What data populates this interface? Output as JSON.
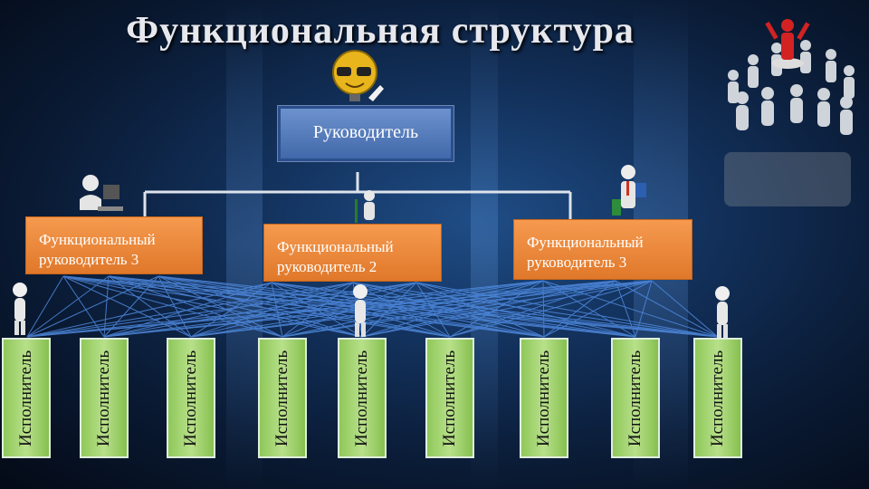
{
  "title": "Функциональная структура",
  "boss": {
    "label": "Руководитель"
  },
  "managers": [
    {
      "label": "Функциональный руководитель 3"
    },
    {
      "label": "Функциональный руководитель 2"
    },
    {
      "label": "Функциональный руководитель 3"
    }
  ],
  "workers": [
    {
      "label": "Исполнитель"
    },
    {
      "label": "Исполнитель"
    },
    {
      "label": "Исполнитель"
    },
    {
      "label": "Исполнитель"
    },
    {
      "label": "Исполнитель"
    },
    {
      "label": "Исполнитель"
    },
    {
      "label": "Исполнитель"
    },
    {
      "label": "Исполнитель"
    },
    {
      "label": "Исполнитель"
    }
  ],
  "icons": {
    "boss_figure": "smiley-with-glasses-icon",
    "manager_figures": [
      "computer-operator-icon",
      "person-with-flag-icon",
      "businessman-icon"
    ],
    "worker_figures": [
      "white-figure-icon"
    ],
    "corner_art": "crowd-leader-icon"
  },
  "colors": {
    "boss_box": "#4f75b9",
    "manager_box": "#ec8a3c",
    "worker_box": "#9fd16b",
    "lines": "#4f8ae0"
  }
}
